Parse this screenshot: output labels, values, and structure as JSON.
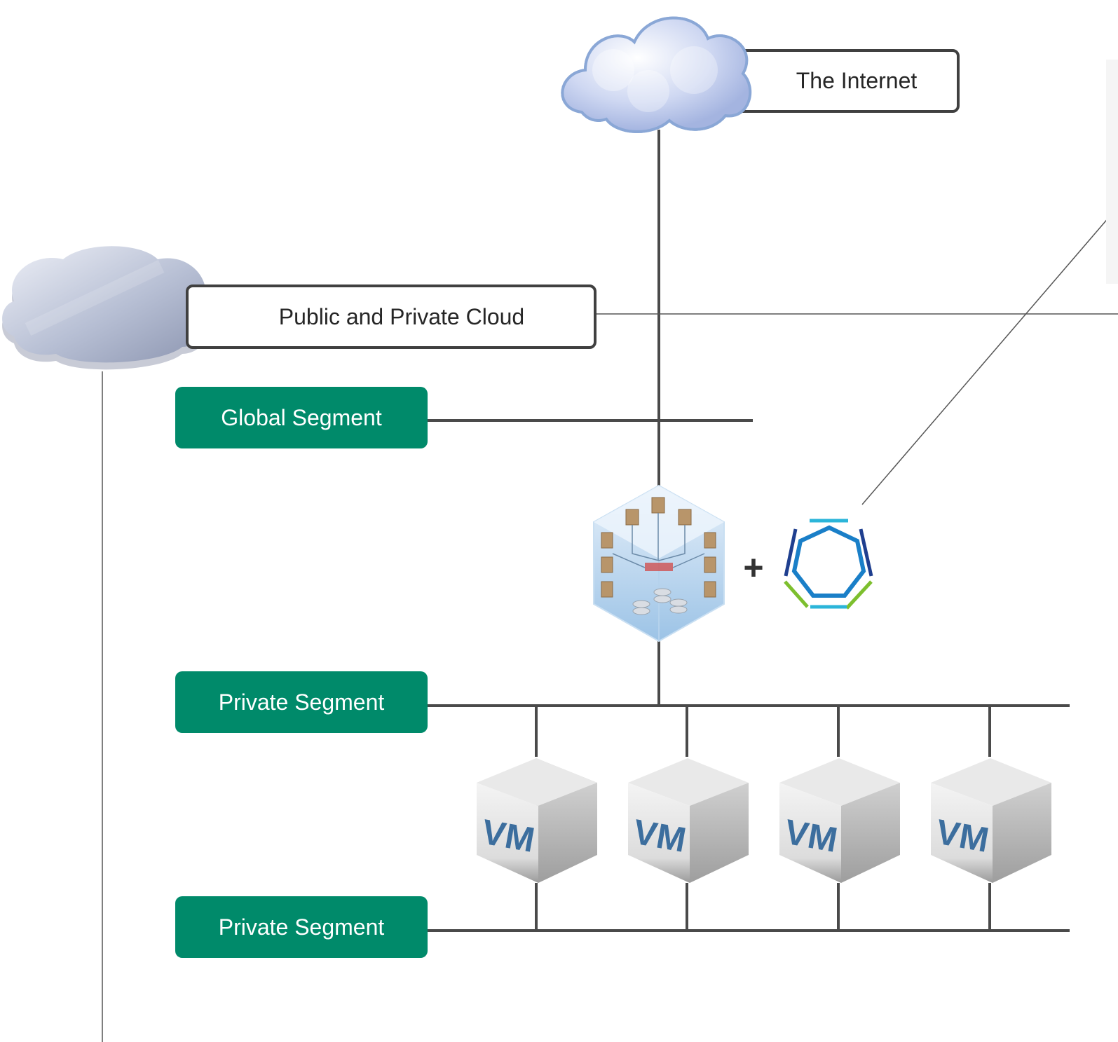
{
  "labels": {
    "internet": "The Internet",
    "cloud": "Public and Private Cloud"
  },
  "segments": {
    "global": "Global Segment",
    "private_1": "Private Segment",
    "private_2": "Private Segment"
  },
  "router": {
    "plus": "+"
  },
  "vms": [
    "VM",
    "VM",
    "VM",
    "VM"
  ],
  "colors": {
    "segment_green": "#008a6a",
    "line_dark": "#4a4a4a",
    "box_border": "#404040"
  }
}
